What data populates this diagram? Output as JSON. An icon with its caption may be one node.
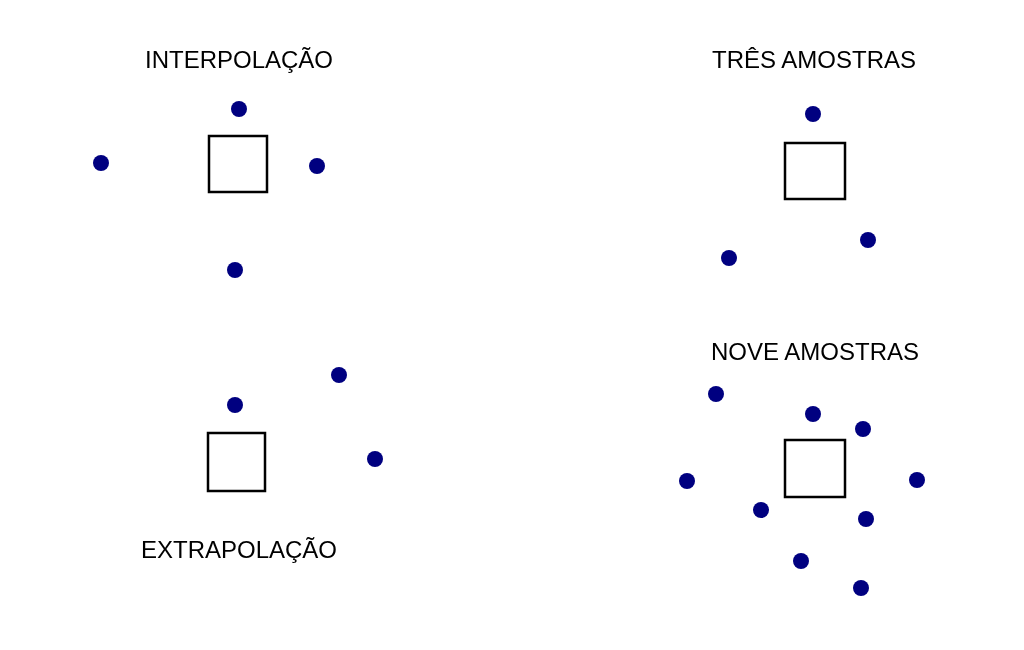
{
  "diagram": {
    "labels": [
      "INTERPOLAÇÃO",
      "TRÊS AMOSTRAS",
      "NOVE AMOSTRAS",
      "EXTRAPOLAÇÃO"
    ]
  }
}
